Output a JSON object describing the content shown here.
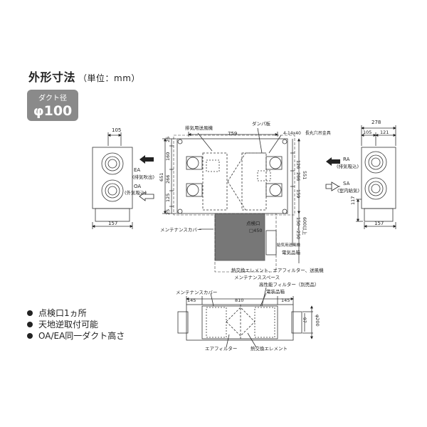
{
  "header": {
    "title": "外形寸法",
    "unit": "（単位：mm）"
  },
  "duct": {
    "label": "ダクト径",
    "value": "φ100㎜"
  },
  "notes": [
    "点検口1ヵ所",
    "天地逆取付可能",
    "OA/EA同一ダクト高さ"
  ],
  "left_view": {
    "dim_top": "105",
    "dim_bottom": "157",
    "ea_label": "EA",
    "ea_sub": "(排気吹出)",
    "oa_label": "OA",
    "oa_sub": "(外気吸込)"
  },
  "right_view": {
    "dim_278": "278",
    "dim_105": "105",
    "dim_121": "121",
    "dim_117": "117",
    "dim_157": "157",
    "ra_label": "RA",
    "ra_sub": "(排気吸込)",
    "sa_label": "SA",
    "sa_sub": "(室内給気)"
  },
  "top_view": {
    "exhaust_fan": "排気用送風機",
    "damper": "ダンパ板",
    "hole": "4-14x40　長丸穴吊金具",
    "dim_759": "759",
    "dim_25a": "25",
    "dim_160": "160",
    "dim_266": "266",
    "dim_125": "125",
    "dim_25b": "25",
    "dim_651": "651",
    "dim_126": "126",
    "dim_266r": "266",
    "dim_159": "159",
    "dim_551": "551",
    "inspection": "点検口",
    "inspection_size": "□450",
    "dim_150_250": "150～250",
    "dim_600": "600以上",
    "supply_fan": "給気用送風機",
    "elec_box": "電気品箱",
    "maint_cover": "メンテナンスカバー",
    "heat_exchange_space": "熱交換エレメント、エアフィルター、送風機",
    "maint_space": "メンテナンススペース"
  },
  "front_view": {
    "maint_cover": "メンテナンスカバー",
    "hepa": "高性能フィルター（別売品）",
    "elec_box": "電装品箱",
    "dim_145a": "145",
    "dim_810": "810",
    "dim_145b": "145",
    "dim_97": "97",
    "dim_200": "φ200",
    "air_filter": "エアフィルター",
    "heat_element": "熱交換エレメント"
  }
}
